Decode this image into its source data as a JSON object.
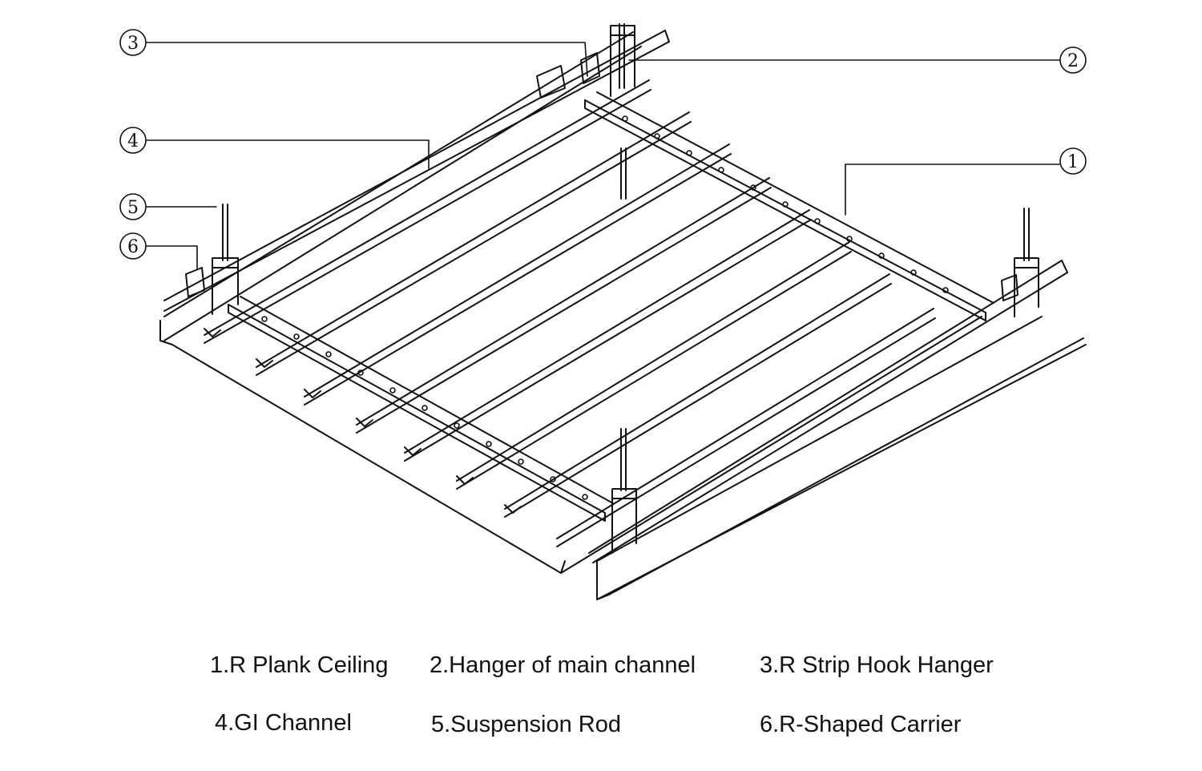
{
  "callouts": [
    {
      "num": "1"
    },
    {
      "num": "2"
    },
    {
      "num": "3"
    },
    {
      "num": "4"
    },
    {
      "num": "5"
    },
    {
      "num": "6"
    }
  ],
  "legend": [
    {
      "text": "1.R Plank Ceiling"
    },
    {
      "text": "2.Hanger of main channel"
    },
    {
      "text": "3.R Strip Hook Hanger"
    },
    {
      "text": "4.GI Channel"
    },
    {
      "text": "5.Suspension Rod"
    },
    {
      "text": "6.R-Shaped Carrier"
    }
  ],
  "colors": {
    "line": "#111111",
    "background": "#ffffff"
  }
}
